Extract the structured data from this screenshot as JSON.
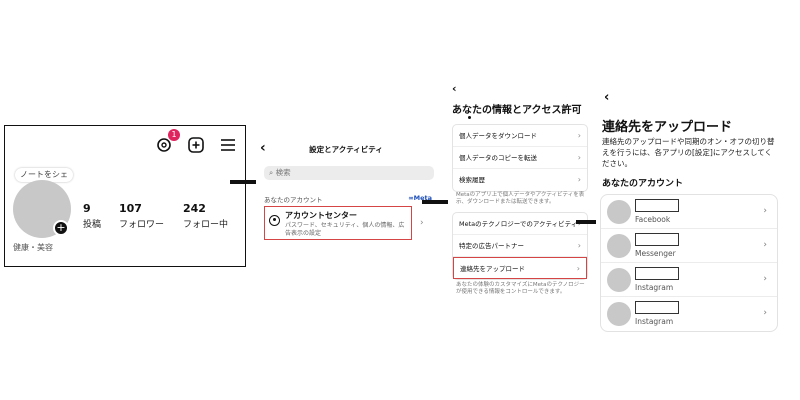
{
  "profile": {
    "notifications_badge": "1",
    "note_placeholder": "ノートをシェ",
    "posts": {
      "count": "9",
      "label": "投稿"
    },
    "followers": {
      "count": "107",
      "label": "フォロワー"
    },
    "following": {
      "count": "242",
      "label": "フォロー中"
    },
    "category": "健康・美容"
  },
  "settings": {
    "title": "設定とアクティビティ",
    "search_placeholder": "検索",
    "your_account_label": "あなたのアカウント",
    "meta_label": "Meta",
    "account_center": {
      "title": "アカウントセンター",
      "description": "パスワード、セキュリティ、個人の情報、広告表示の設定"
    }
  },
  "info_access": {
    "title": "あなたの情報とアクセス許可",
    "group1": [
      "個人データをダウンロード",
      "個人データのコピーを転送",
      "検索履歴"
    ],
    "note1": "Metaのアプリ上で個人データやアクティビティを表示、ダウンロードまたは転送できます。",
    "group2": [
      "Metaのテクノロジーでのアクティビティ",
      "特定の広告パートナー",
      "連絡先をアップロード"
    ],
    "note2": "あなたの体験のカスタマイズにMetaのテクノロジーが使用できる情報をコントロールできます。"
  },
  "upload_contacts": {
    "title": "連絡先をアップロード",
    "description": "連絡先のアップロードや同期のオン・オフの切り替えを行うには、各アプリの[設定]にアクセスしてください。",
    "your_accounts_label": "あなたのアカウント",
    "accounts": [
      {
        "app": "Facebook"
      },
      {
        "app": "Messenger"
      },
      {
        "app": "Instagram"
      },
      {
        "app": "Instagram"
      }
    ]
  },
  "colors": {
    "highlight": "#d64545",
    "badge": "#e0245e",
    "meta": "#1d4fbb"
  }
}
